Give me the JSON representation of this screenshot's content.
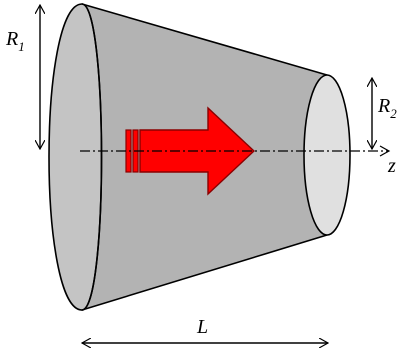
{
  "diagram": {
    "labels": {
      "r1": {
        "main": "R",
        "sub": "1"
      },
      "r2": {
        "main": "R",
        "sub": "2"
      },
      "z": "z",
      "length": "L"
    },
    "colors": {
      "cone_body": "#b3b3b3",
      "large_face": "#c4c4c4",
      "small_face": "#e0e0e0",
      "outline": "#000000",
      "arrow": "#ff0000",
      "arrow_outline": "#8a0000",
      "background": "#ffffff"
    }
  }
}
